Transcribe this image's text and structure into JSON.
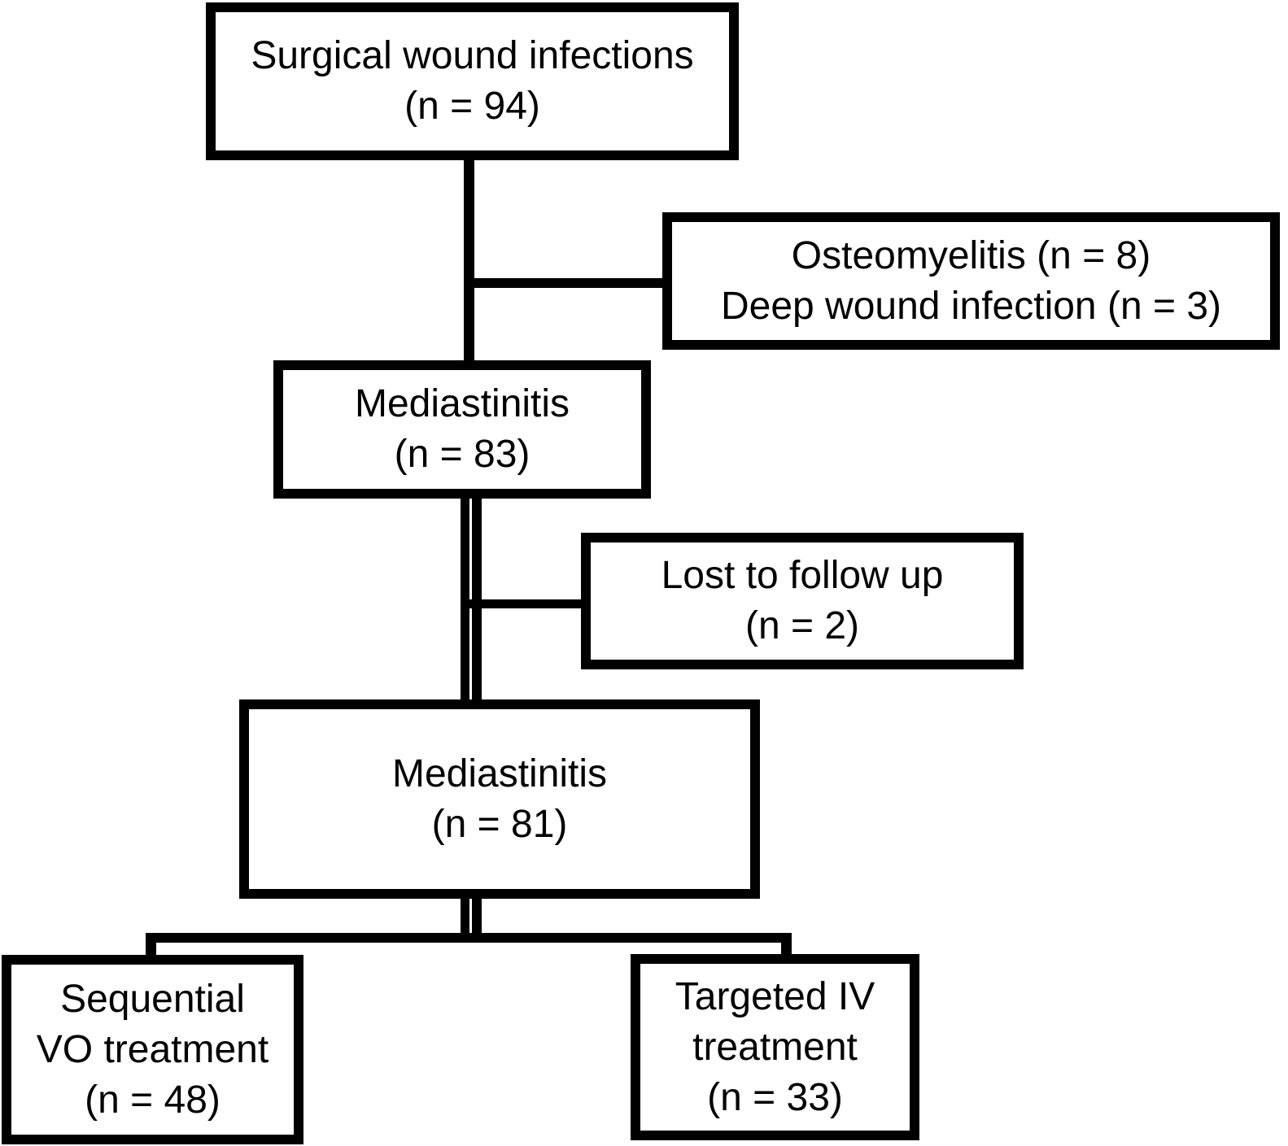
{
  "diagram": {
    "background_color": "#ffffff",
    "line_color": "#000000",
    "text_color": "#000000",
    "nodes": [
      {
        "name": "surgical-wound-infections",
        "lines": [
          "Surgical wound infections",
          "(n = 94)"
        ]
      },
      {
        "name": "excluded-osteomyelitis-deep-wound",
        "lines": [
          "Osteomyelitis (n = 8)",
          "Deep wound infection (n = 3)"
        ]
      },
      {
        "name": "mediastinitis-83",
        "lines": [
          "Mediastinitis",
          "(n = 83)"
        ]
      },
      {
        "name": "lost-to-follow-up",
        "lines": [
          "Lost to follow up",
          "(n = 2)"
        ]
      },
      {
        "name": "mediastinitis-81",
        "lines": [
          "Mediastinitis",
          "(n = 81)"
        ]
      },
      {
        "name": "sequential-vo-treatment",
        "lines": [
          "Sequential",
          "VO treatment",
          "(n = 48)"
        ]
      },
      {
        "name": "targeted-iv-treatment",
        "lines": [
          "Targeted IV",
          "treatment",
          "(n = 33)"
        ]
      }
    ]
  }
}
